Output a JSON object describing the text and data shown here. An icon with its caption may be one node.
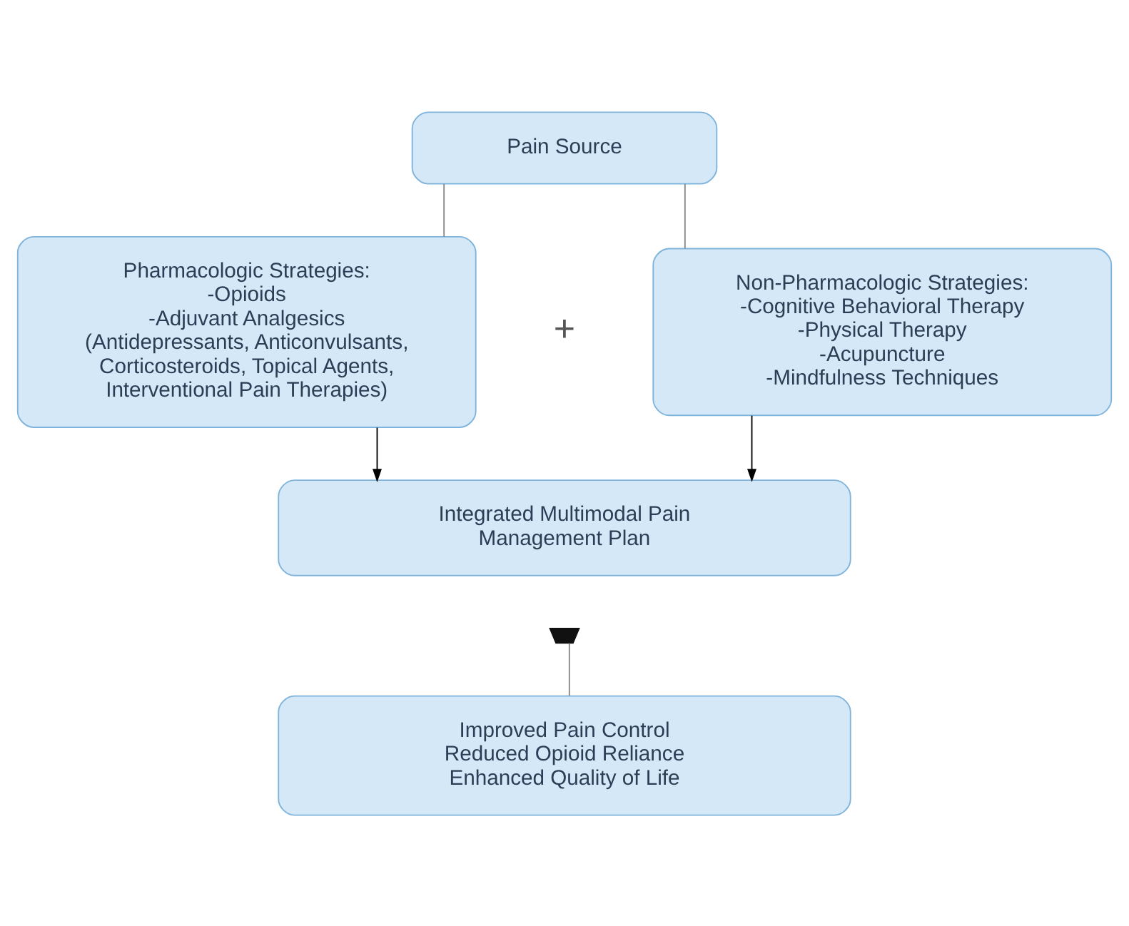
{
  "diagram": {
    "nodes": [
      {
        "text": [
          "Pain Source"
        ]
      },
      {
        "text": [
          "Pharmacologic Strategies:",
          "-Opioids",
          "-Adjuvant Analgesics (Antidepressants, Anticonvulsants, Corticosteroids, Topical Agents, Interventional Pain Therapies)"
        ]
      },
      {
        "text": [
          "Non-Pharmacologic Strategies:",
          "-Cognitive Behavioral Therapy",
          "-Physical Therapy",
          "-Acupuncture",
          "-Mindfulness Techniques"
        ]
      },
      {
        "text": [
          "Integrated Multimodal Pain Management Plan"
        ]
      },
      {
        "text": [],
        "shape": "scales"
      },
      {
        "text": [
          "Improved Pain Control",
          "Reduced Opioid Reliance",
          "Enhanced Quality of Life"
        ]
      }
    ],
    "edges": [
      {
        "from": 0,
        "to": 1,
        "arrow": "none"
      },
      {
        "from": 0,
        "to": 2,
        "arrow": "none"
      },
      {
        "from": 1,
        "to": 3,
        "arrow": "to",
        "color": "#000000"
      },
      {
        "from": 2,
        "to": 3,
        "arrow": "to",
        "color": "#000000"
      },
      {
        "from": 5,
        "to": 4,
        "arrow": "none"
      }
    ],
    "labels": [
      "+"
    ]
  }
}
